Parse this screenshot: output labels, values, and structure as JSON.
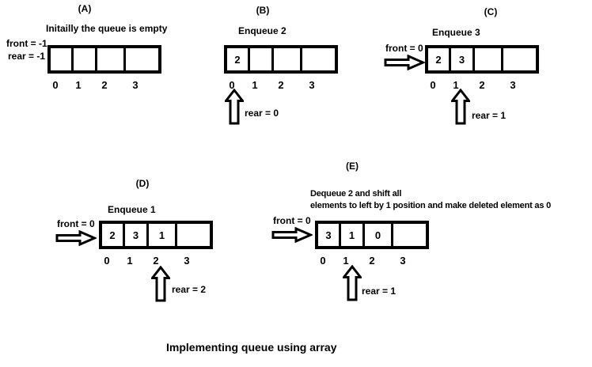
{
  "title": "Implementing queue using array",
  "colors": {
    "ink": "#000000",
    "paper": "#ffffff"
  },
  "icons": {
    "front_pointer": "right-block-arrow",
    "rear_pointer": "up-block-arrow"
  },
  "diagrams": [
    {
      "id": "A",
      "label": "(A)",
      "caption": "Initailly the queue is empty",
      "front_label": "front = -1",
      "rear_label": "rear = -1",
      "cells": [
        "",
        "",
        "",
        ""
      ],
      "indices": [
        "0",
        "1",
        "2",
        "3"
      ]
    },
    {
      "id": "B",
      "label": "(B)",
      "caption": "Enqueue 2",
      "cells": [
        "2",
        "",
        "",
        ""
      ],
      "indices": [
        "0",
        "1",
        "2",
        "3"
      ],
      "rear_pointer_label": "rear = 0"
    },
    {
      "id": "C",
      "label": "(C)",
      "caption": "Enqueue 3",
      "front_pointer_label": "front = 0",
      "cells": [
        "2",
        "3",
        "",
        ""
      ],
      "indices": [
        "0",
        "1",
        "2",
        "3"
      ],
      "rear_pointer_label": "rear = 1"
    },
    {
      "id": "D",
      "label": "(D)",
      "caption": "Enqueue 1",
      "front_pointer_label": "front = 0",
      "cells": [
        "2",
        "3",
        "1",
        ""
      ],
      "indices": [
        "0",
        "1",
        "2",
        "3"
      ],
      "rear_pointer_label": "rear = 2"
    },
    {
      "id": "E",
      "label": "(E)",
      "caption_line1": "Dequeue 2 and shift all",
      "caption_line2": "elements to left by 1 position and make deleted element as 0",
      "front_pointer_label": "front = 0",
      "cells": [
        "3",
        "1",
        "0",
        ""
      ],
      "indices": [
        "0",
        "1",
        "2",
        "3"
      ],
      "rear_pointer_label": "rear = 1"
    }
  ]
}
